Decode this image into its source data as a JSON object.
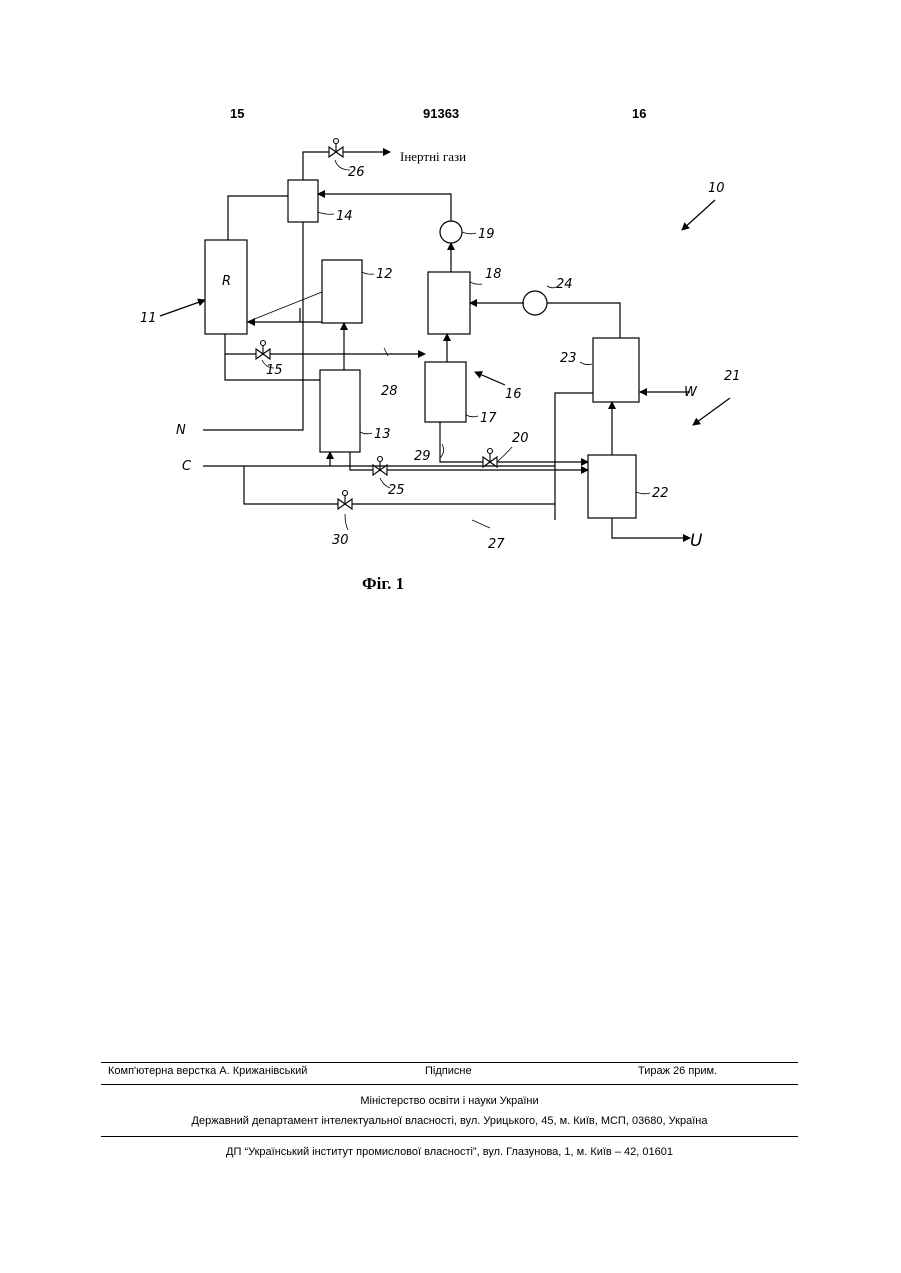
{
  "header": {
    "page_left": "15",
    "patent_number": "91363",
    "page_right": "16"
  },
  "figure": {
    "caption": "Фіг. 1",
    "inert_gas_label": "Інертні гази",
    "labels": {
      "reactor": "R",
      "n10": "10",
      "n11": "11",
      "n12": "12",
      "n13": "13",
      "n14": "14",
      "n15": "15",
      "n16": "16",
      "n17": "17",
      "n18": "18",
      "n19": "19",
      "n20": "20",
      "n21": "21",
      "n22": "22",
      "n23": "23",
      "n24": "24",
      "n25": "25",
      "n26": "26",
      "n27": "27",
      "n28": "28",
      "n29": "29",
      "n30": "30",
      "in_n": "N",
      "in_c": "C",
      "in_w": "W",
      "out_u": "U"
    }
  },
  "footer": {
    "typesetter": "Комп'ютерна верстка А. Крижанівський",
    "signed": "Підписне",
    "circulation": "Тираж 26 прим.",
    "ministry": "Міністерство освіти і науки України",
    "department": "Державний департамент інтелектуальної власності, вул. Урицького, 45, м. Київ, МСП, 03680, Україна",
    "institute": "ДП “Український інститут промислової власності”, вул. Глазунова, 1, м. Київ – 42, 01601"
  }
}
